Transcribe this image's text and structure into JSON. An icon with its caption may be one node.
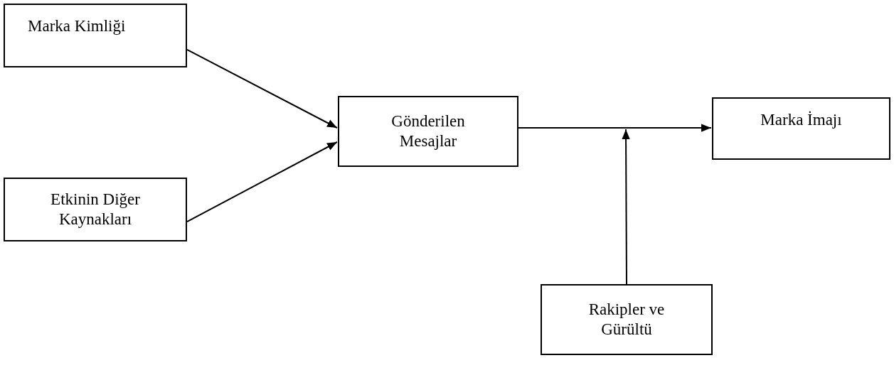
{
  "diagram": {
    "nodes": [
      {
        "text": [
          "Marka Kimliği"
        ]
      },
      {
        "text": [
          "Etkinin Diğer Kaynakları"
        ]
      },
      {
        "text": [
          "Gönderilen Mesajlar"
        ]
      },
      {
        "text": [
          "Marka İmajı"
        ]
      },
      {
        "text": [
          "Rakipler ve Gürültü"
        ]
      }
    ],
    "edges": [
      {
        "from": 0,
        "to": 2,
        "arrow": "to"
      },
      {
        "from": 1,
        "to": 2,
        "arrow": "to"
      },
      {
        "from": 2,
        "to": 3,
        "arrow": "to"
      },
      {
        "from": 4,
        "to": null,
        "arrow": "to"
      }
    ]
  }
}
